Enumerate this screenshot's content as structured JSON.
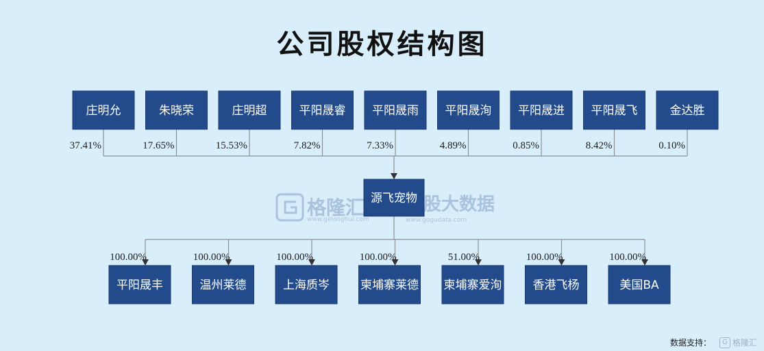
{
  "title": "公司股权结构图",
  "shareholders": [
    {
      "name": "庄明允",
      "pct": "37.41%"
    },
    {
      "name": "朱晓荣",
      "pct": "17.65%"
    },
    {
      "name": "庄明超",
      "pct": "15.53%"
    },
    {
      "name": "平阳晟睿",
      "pct": "7.82%"
    },
    {
      "name": "平阳晟雨",
      "pct": "7.33%"
    },
    {
      "name": "平阳晟洵",
      "pct": "4.89%"
    },
    {
      "name": "平阳晟进",
      "pct": "0.85%"
    },
    {
      "name": "平阳晟飞",
      "pct": "8.42%"
    },
    {
      "name": "金达胜",
      "pct": "0.10%"
    }
  ],
  "company": {
    "name": "源飞宠物"
  },
  "subsidiaries": [
    {
      "name": "平阳晟丰",
      "pct": "100.00%"
    },
    {
      "name": "温州莱德",
      "pct": "100.00%"
    },
    {
      "name": "上海质岑",
      "pct": "100.00%"
    },
    {
      "name": "柬埔寨莱德",
      "pct": "100.00%"
    },
    {
      "name": "柬埔寨爱洵",
      "pct": "51.00%"
    },
    {
      "name": "香港飞杨",
      "pct": "100.00%"
    },
    {
      "name": "美国BA",
      "pct": "100.00%"
    }
  ],
  "watermark": {
    "brand": "格隆汇",
    "brand_url": "www.gelonghui.com",
    "partner": "股大数据",
    "partner_url": "www.gogudata.com"
  },
  "footer": {
    "source_label": "数据支持：",
    "source_name": "",
    "brand": "格隆汇"
  },
  "colors": {
    "box": "#234b8c",
    "background": "#d9eefb",
    "line": "#8a8f96"
  }
}
